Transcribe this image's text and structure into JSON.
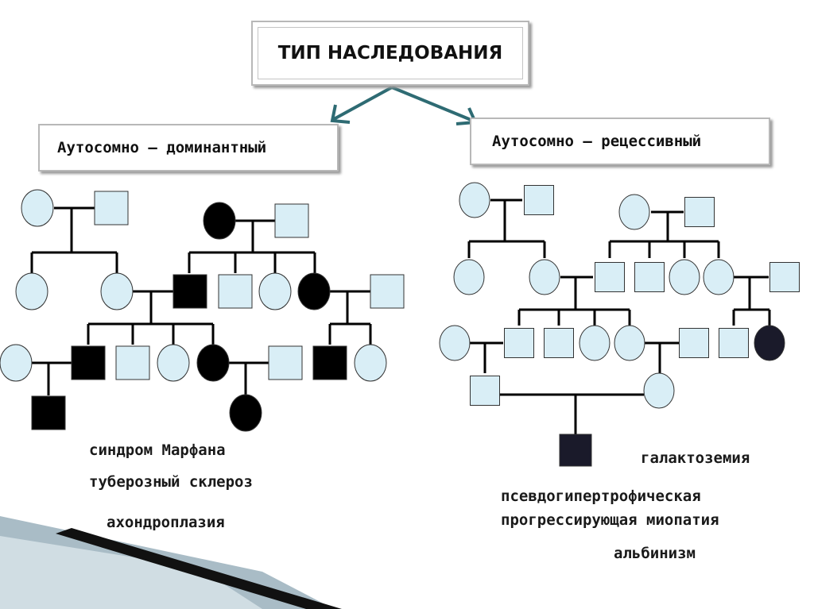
{
  "title": "ТИП НАСЛЕДОВАНИЯ",
  "branches": {
    "dominant": {
      "label": "Аутосомно – доминантный",
      "diseases": [
        "синдром Марфана",
        "туберозный склероз",
        "ахондроплазия"
      ]
    },
    "recessive": {
      "label": "Аутосомно – рецессивный",
      "diseases": [
        "галактоземия",
        "псевдогипертрофическая",
        "прогрессирующая миопатия",
        "альбинизм"
      ]
    }
  },
  "colors": {
    "unaffected_fill": "#d9eef6",
    "affected_fill": "#000000",
    "affected_recessive_fill": "#1a1a2a",
    "line": "#000000",
    "arrow": "#2e6b73",
    "box_border": "#b8b8b8"
  }
}
